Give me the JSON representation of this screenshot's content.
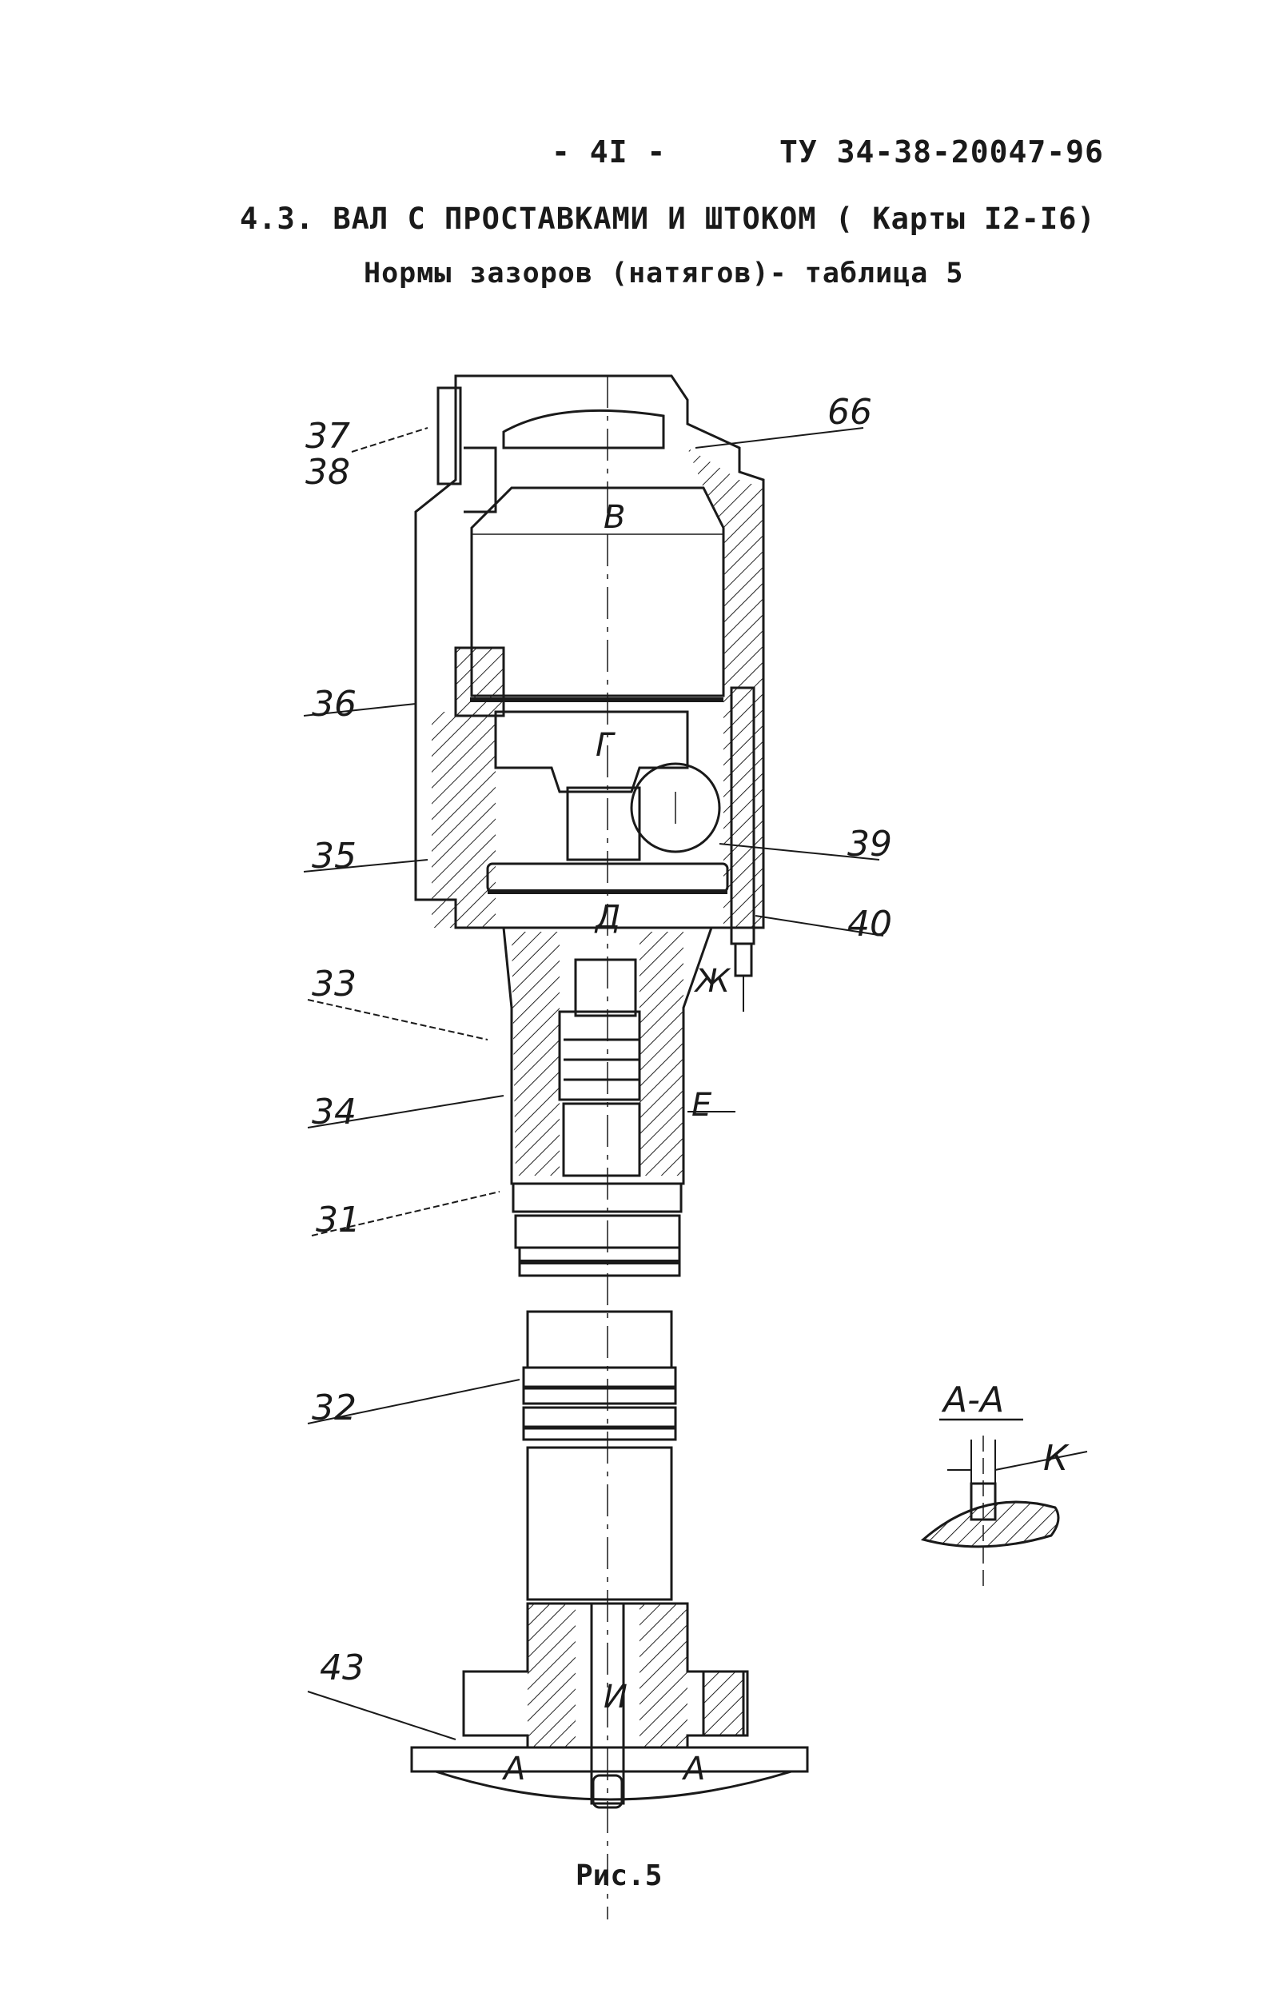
{
  "header": {
    "page_number": "- 4I -",
    "doc_code": "ТУ 34-38-20047-96",
    "section_title": "4.3. ВАЛ С ПРОСТАВКАМИ И ШТОКОМ ( Карты I2-I6)",
    "table_ref": "Нормы зазоров (натягов)-   таблица 5"
  },
  "drawing": {
    "part_labels": [
      "37",
      "38",
      "66",
      "36",
      "39",
      "35",
      "40",
      "33",
      "34",
      "31",
      "32",
      "43"
    ],
    "dimension_labels": [
      "В",
      "Г",
      "Д",
      "Ж",
      "Е",
      "И",
      "А",
      "А",
      "К"
    ],
    "section_view_title": "А-А"
  },
  "caption": "Рис.5"
}
